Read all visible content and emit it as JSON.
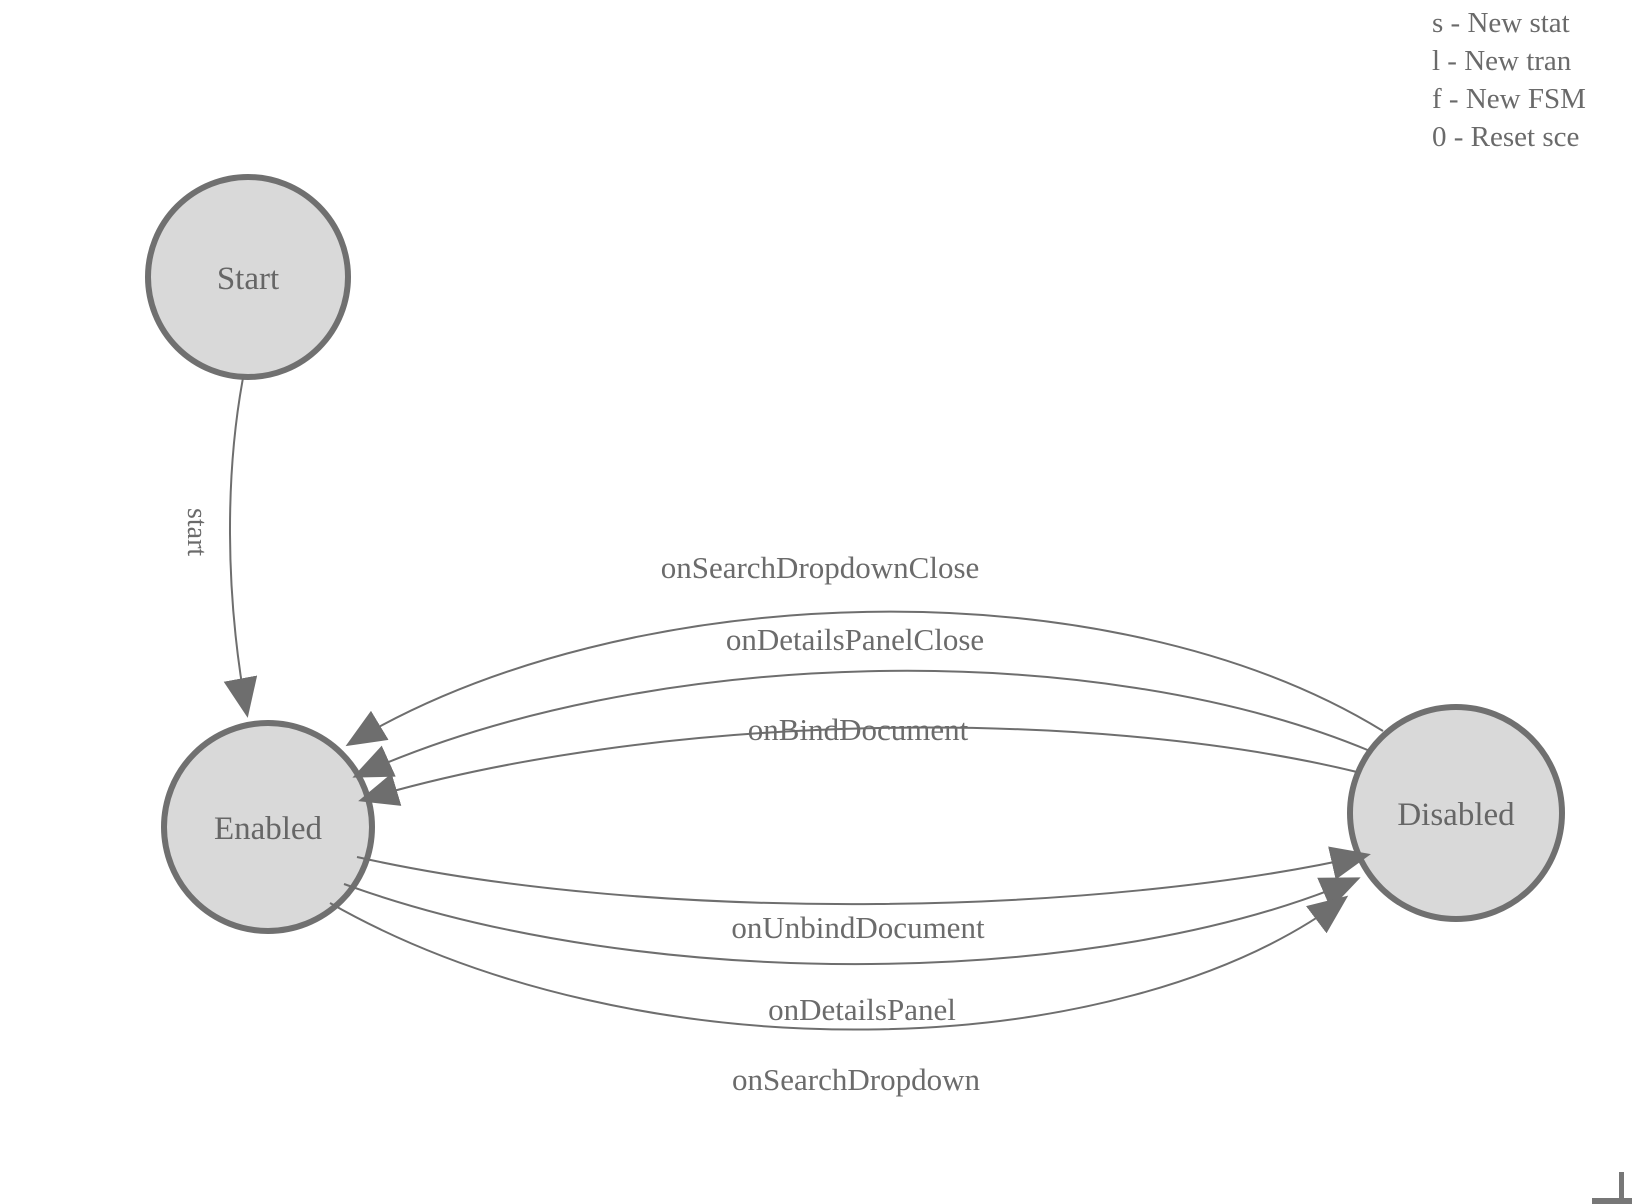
{
  "help": {
    "lines": [
      "s - New stat",
      "l - New tran",
      "f - New FSM",
      "0 - Reset sce"
    ]
  },
  "diagram": {
    "states": [
      {
        "id": "start",
        "label": "Start"
      },
      {
        "id": "enabled",
        "label": "Enabled"
      },
      {
        "id": "disabled",
        "label": "Disabled"
      }
    ],
    "start_edge": {
      "label": "start",
      "from": "Start",
      "to": "Enabled"
    },
    "transitions": [
      {
        "label": "onSearchDropdownClose",
        "from": "Disabled",
        "to": "Enabled"
      },
      {
        "label": "onDetailsPanelClose",
        "from": "Disabled",
        "to": "Enabled"
      },
      {
        "label": "onBindDocument",
        "from": "Disabled",
        "to": "Enabled"
      },
      {
        "label": "onUnbindDocument",
        "from": "Enabled",
        "to": "Disabled"
      },
      {
        "label": "onDetailsPanel",
        "from": "Enabled",
        "to": "Disabled"
      },
      {
        "label": "onSearchDropdown",
        "from": "Enabled",
        "to": "Disabled"
      }
    ]
  },
  "colors": {
    "state_fill": "#d9d9d9",
    "state_stroke": "#707070",
    "edge_stroke": "#6e6e6e",
    "label_text": "#6b6b6b",
    "help_text": "#6a6a6a"
  }
}
